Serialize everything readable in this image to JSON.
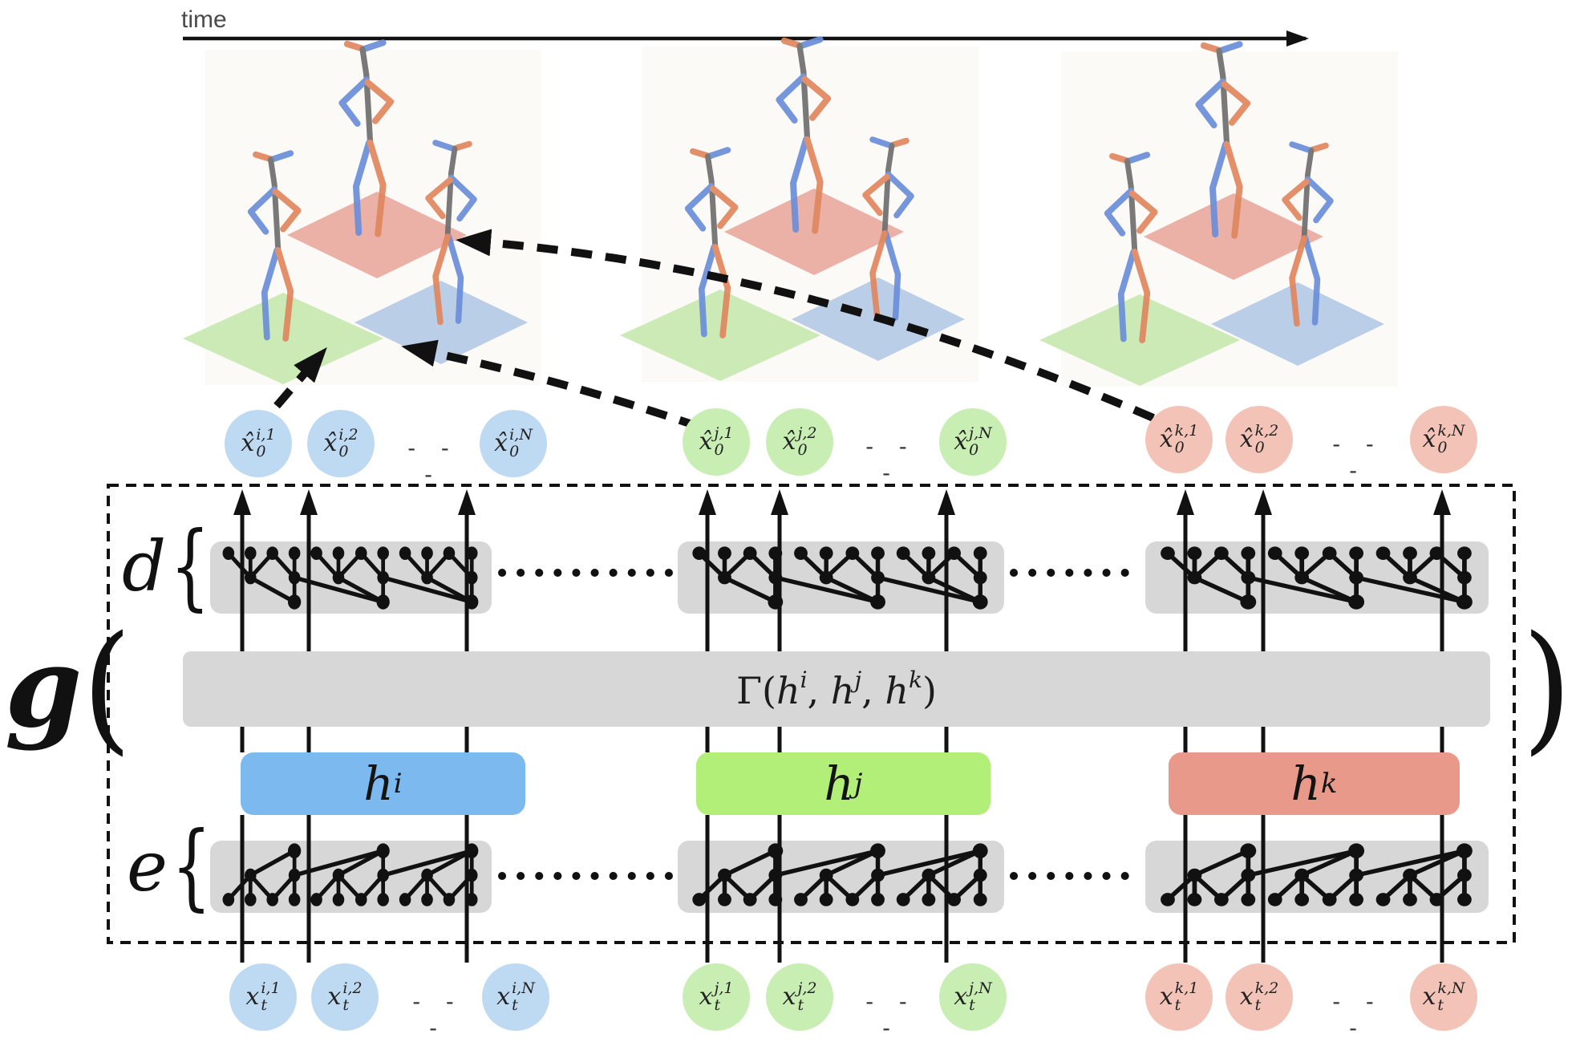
{
  "time_label": "time",
  "dots_label": "- - -",
  "outer": {
    "g": "g",
    "open": "(",
    "close": ")"
  },
  "decoder": {
    "label": "d",
    "brace": "{"
  },
  "encoder": {
    "label": "e",
    "brace": "{"
  },
  "gamma": {
    "open": "Γ(",
    "h1": "h",
    "s1": "i",
    "c1": ", ",
    "h2": "h",
    "s2": "j",
    "c2": ", ",
    "h3": "h",
    "s3": "k",
    "close": ")"
  },
  "hidden": [
    {
      "base": "h",
      "sup": "i"
    },
    {
      "base": "h",
      "sup": "j"
    },
    {
      "base": "h",
      "sup": "k"
    }
  ],
  "top_circles": [
    {
      "agent": "i",
      "items": [
        {
          "base": "x̂",
          "sup": "i,1",
          "sub": "0"
        },
        {
          "base": "x̂",
          "sup": "i,2",
          "sub": "0"
        },
        {
          "base": "x̂",
          "sup": "i,N",
          "sub": "0"
        }
      ]
    },
    {
      "agent": "j",
      "items": [
        {
          "base": "x̂",
          "sup": "j,1",
          "sub": "0"
        },
        {
          "base": "x̂",
          "sup": "j,2",
          "sub": "0"
        },
        {
          "base": "x̂",
          "sup": "j,N",
          "sub": "0"
        }
      ]
    },
    {
      "agent": "k",
      "items": [
        {
          "base": "x̂",
          "sup": "k,1",
          "sub": "0"
        },
        {
          "base": "x̂",
          "sup": "k,2",
          "sub": "0"
        },
        {
          "base": "x̂",
          "sup": "k,N",
          "sub": "0"
        }
      ]
    }
  ],
  "bottom_circles": [
    {
      "agent": "i",
      "items": [
        {
          "base": "x",
          "sup": "i,1",
          "sub": "t"
        },
        {
          "base": "x",
          "sup": "i,2",
          "sub": "t"
        },
        {
          "base": "x",
          "sup": "i,N",
          "sub": "t"
        }
      ]
    },
    {
      "agent": "j",
      "items": [
        {
          "base": "x",
          "sup": "j,1",
          "sub": "t"
        },
        {
          "base": "x",
          "sup": "j,2",
          "sub": "t"
        },
        {
          "base": "x",
          "sup": "j,N",
          "sub": "t"
        }
      ]
    },
    {
      "agent": "k",
      "items": [
        {
          "base": "x",
          "sup": "k,1",
          "sub": "t"
        },
        {
          "base": "x",
          "sup": "k,2",
          "sub": "t"
        },
        {
          "base": "x",
          "sup": "k,N",
          "sub": "t"
        }
      ]
    }
  ],
  "colors": {
    "agent_i_box": "#7cb9ef",
    "agent_j_box": "#b2ef78",
    "agent_k_box": "#e9998a",
    "agent_i_circle": "#bedaf2",
    "agent_j_circle": "#c9eeb3",
    "agent_k_circle": "#f4c3b7",
    "block_gray": "#d7d7d7",
    "plane_red": "#e9a79c",
    "plane_green": "#c6e8ad",
    "plane_blue": "#b4c9e5"
  }
}
